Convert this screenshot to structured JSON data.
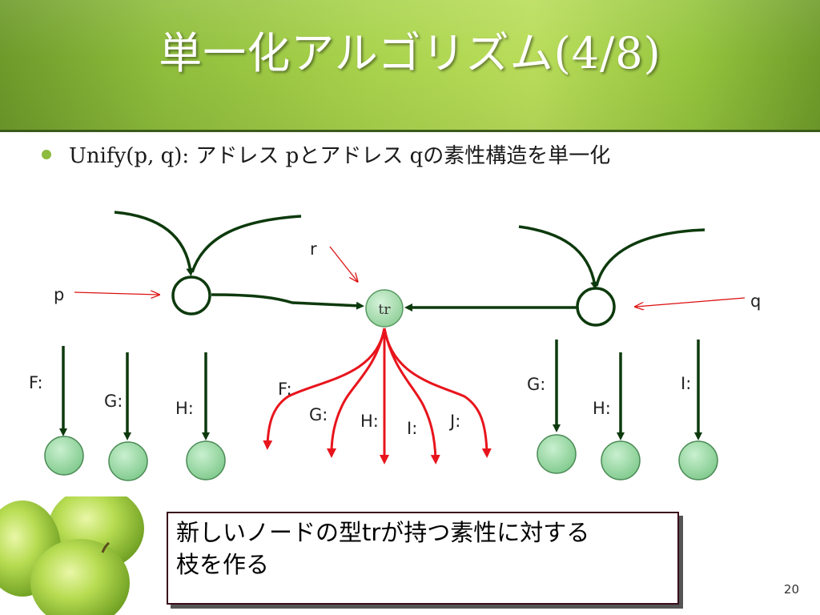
{
  "title": "単一化アルゴリズム(4/8)",
  "bullet": {
    "text": "Unify(p, q): アドレス pとアドレス qの素性構造を単一化"
  },
  "diagram": {
    "pointer_labels": {
      "p": "p",
      "q": "q",
      "r": "r"
    },
    "center_node_label": "tr",
    "p_features": [
      "F:",
      "G:",
      "H:"
    ],
    "q_features": [
      "G:",
      "H:",
      "I:"
    ],
    "tr_features": [
      "F:",
      "G:",
      "H:",
      "I:",
      "J:"
    ],
    "colors": {
      "dark_green": "#0d3a0d",
      "red": "#e8141c",
      "node_fill": "#8fd39a",
      "center_fill": "#a3d9a8"
    }
  },
  "note": {
    "line1": "新しいノードの型trが持つ素性に対する",
    "line2": "枝を作る"
  },
  "page_number": "20"
}
